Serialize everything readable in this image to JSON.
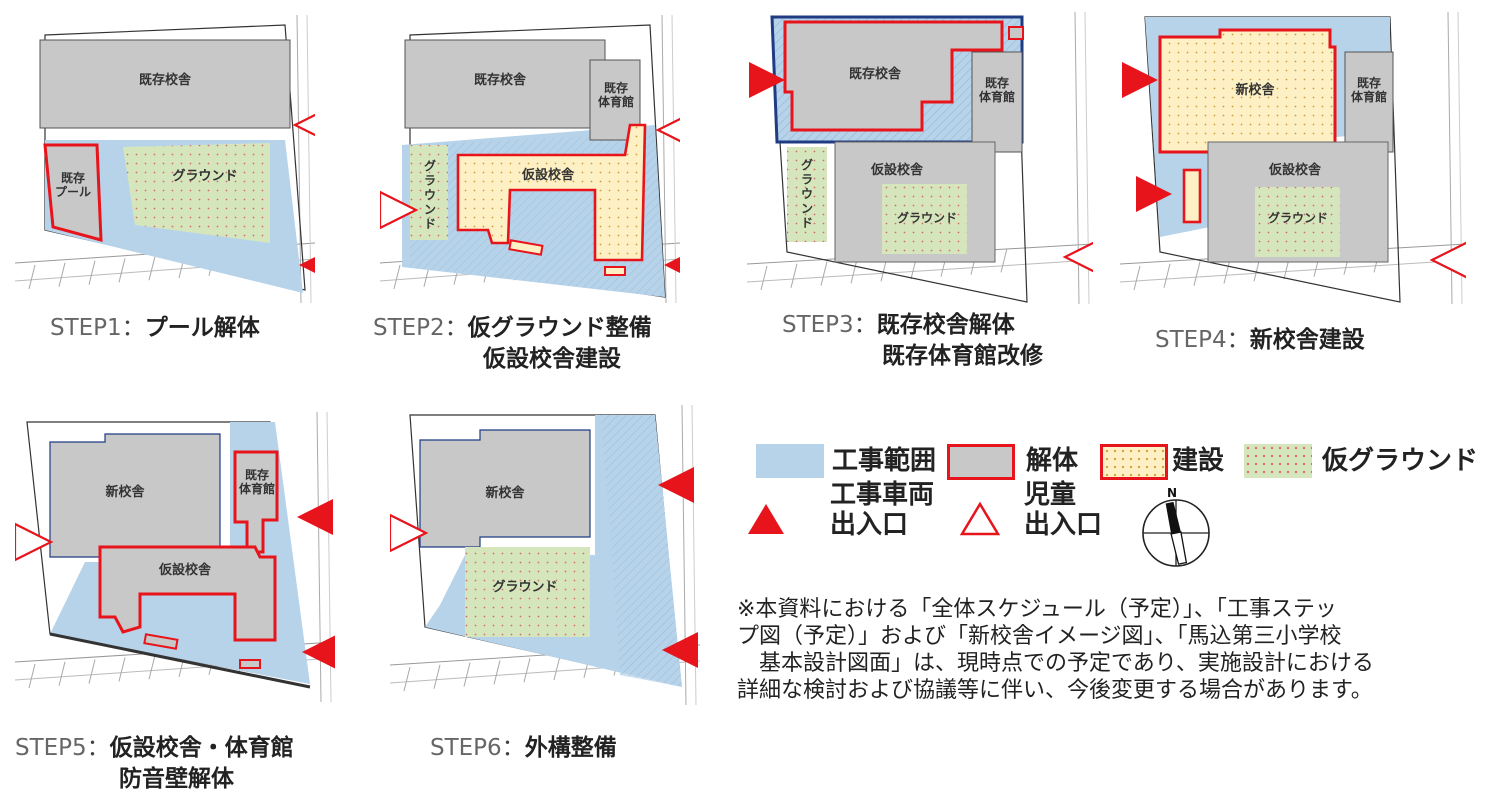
{
  "colors": {
    "construction_area": "#b6d3ea",
    "demolition_outline": "#e8141b",
    "demolition_fill": "#c8c8c8",
    "building_fill": "#fdf0c4",
    "ground_fill": "#d5e6bd",
    "arrow": "#e8141b",
    "building_outline": "#1f3b83"
  },
  "steps": [
    {
      "step": "STEP1",
      "title": "プール解体",
      "title2": "",
      "labels": {
        "school": "既存校舎",
        "pool": "既存\nプール",
        "ground": "グラウンド"
      }
    },
    {
      "step": "STEP2",
      "title": "仮グラウンド整備",
      "title2": "仮設校舎建設",
      "labels": {
        "school": "既存校舎",
        "gym": "既存\n体育館",
        "temp_ground": "グラウンド",
        "temp_school": "仮設校舎"
      }
    },
    {
      "step": "STEP3",
      "title": "既存校舎解体",
      "title2": "既存体育館改修",
      "labels": {
        "school": "既存校舎",
        "gym": "既存\n体育館",
        "temp_ground": "グラウンド",
        "temp_school": "仮設校舎",
        "ground": "グラウンド"
      }
    },
    {
      "step": "STEP4",
      "title": "新校舎建設",
      "title2": "",
      "labels": {
        "new_school": "新校舎",
        "gym": "既存\n体育館",
        "temp_school": "仮設校舎",
        "ground": "グラウンド"
      }
    },
    {
      "step": "STEP5",
      "title": "仮設校舎・体育館",
      "title2": "防音壁解体",
      "labels": {
        "new_school": "新校舎",
        "gym": "既存\n体育館",
        "temp_school": "仮設校舎"
      }
    },
    {
      "step": "STEP6",
      "title": "外構整備",
      "title2": "",
      "labels": {
        "new_school": "新校舎",
        "ground": "グラウンド"
      }
    }
  ],
  "caption_separator": "：",
  "legend": {
    "construction_area": "工事範囲",
    "demolition": "解体",
    "construction": "建設",
    "temp_ground": "仮グラウンド",
    "vehicle_entrance": "工事車両\n出入口",
    "child_entrance": "児童\n出入口",
    "north": "N"
  },
  "note": {
    "lines": [
      "※本資料における「全体スケジュール（予定）」、「工事ステッ",
      "プ図（予定）」および「新校舎イメージ図」、「馬込第三小学校",
      "　基本設計図面」は、現時点での予定であり、実施設計における",
      "詳細な検討および協議等に伴い、今後変更する場合があります。"
    ]
  }
}
